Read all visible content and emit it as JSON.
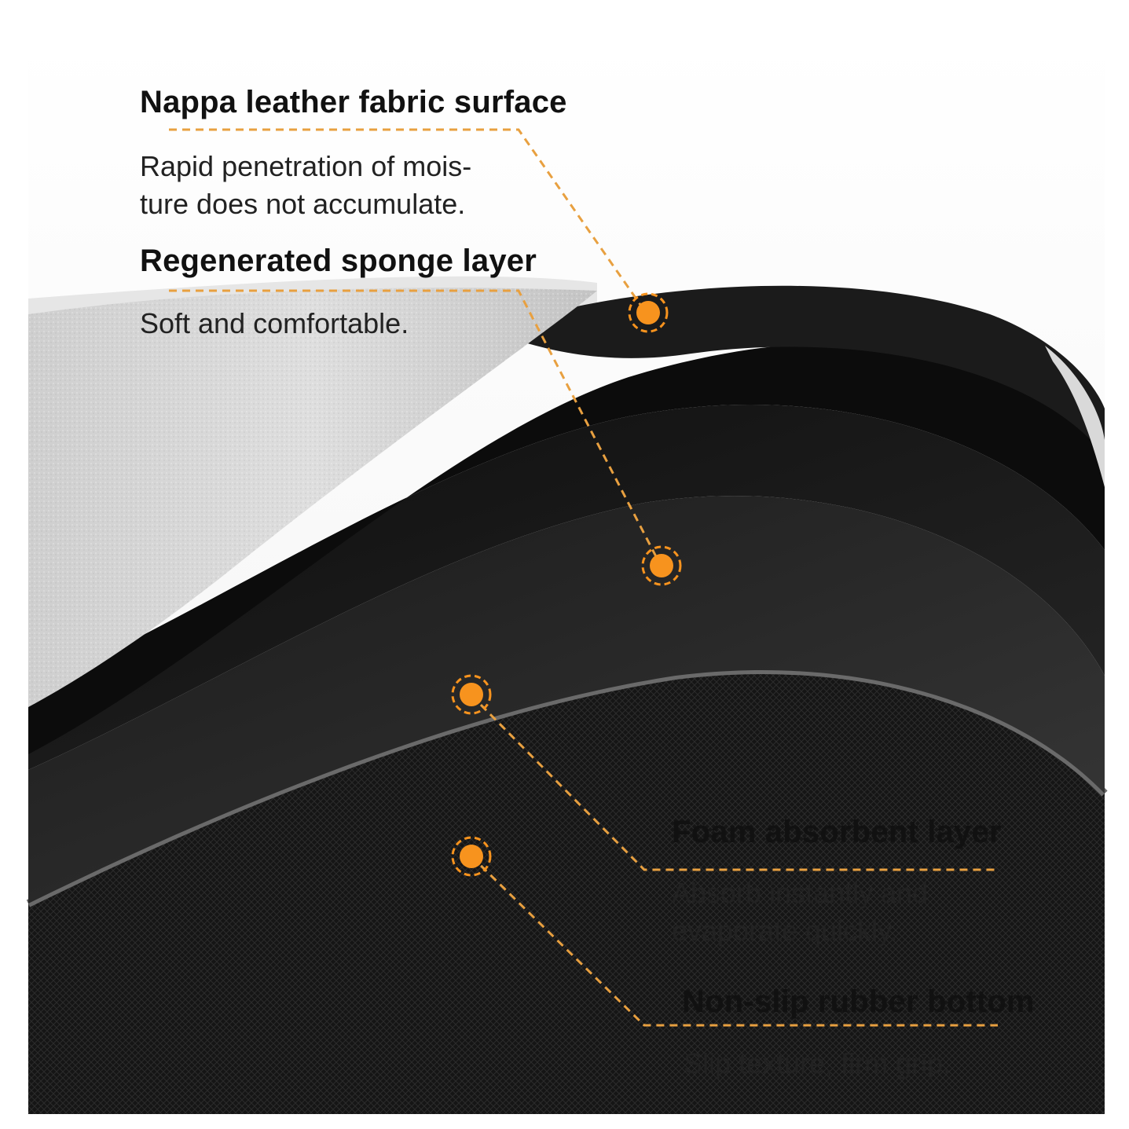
{
  "layers": [
    {
      "id": "nappa",
      "title": "Nappa leather fabric surface",
      "desc_lines": [
        "Rapid penetration of mois-",
        "ture does not accumulate."
      ]
    },
    {
      "id": "sponge",
      "title": "Regenerated sponge layer",
      "desc_lines": [
        "Soft and comfortable."
      ]
    },
    {
      "id": "foam",
      "title": "Foam absorbent layer",
      "desc_lines": [
        "Absorb instantly and",
        "evaporate quickly."
      ]
    },
    {
      "id": "rubber",
      "title": "Non-slip rubber bottom",
      "desc_lines": [
        "Slip texture, firm grip."
      ]
    }
  ],
  "colors": {
    "accent": "#f7931e",
    "accent_line": "#e8a040",
    "top_surface": "#d4d4d4",
    "layer_dark": "#141414",
    "layer_mid": "#2a2a2a",
    "rubber": "#1c1c1c"
  }
}
